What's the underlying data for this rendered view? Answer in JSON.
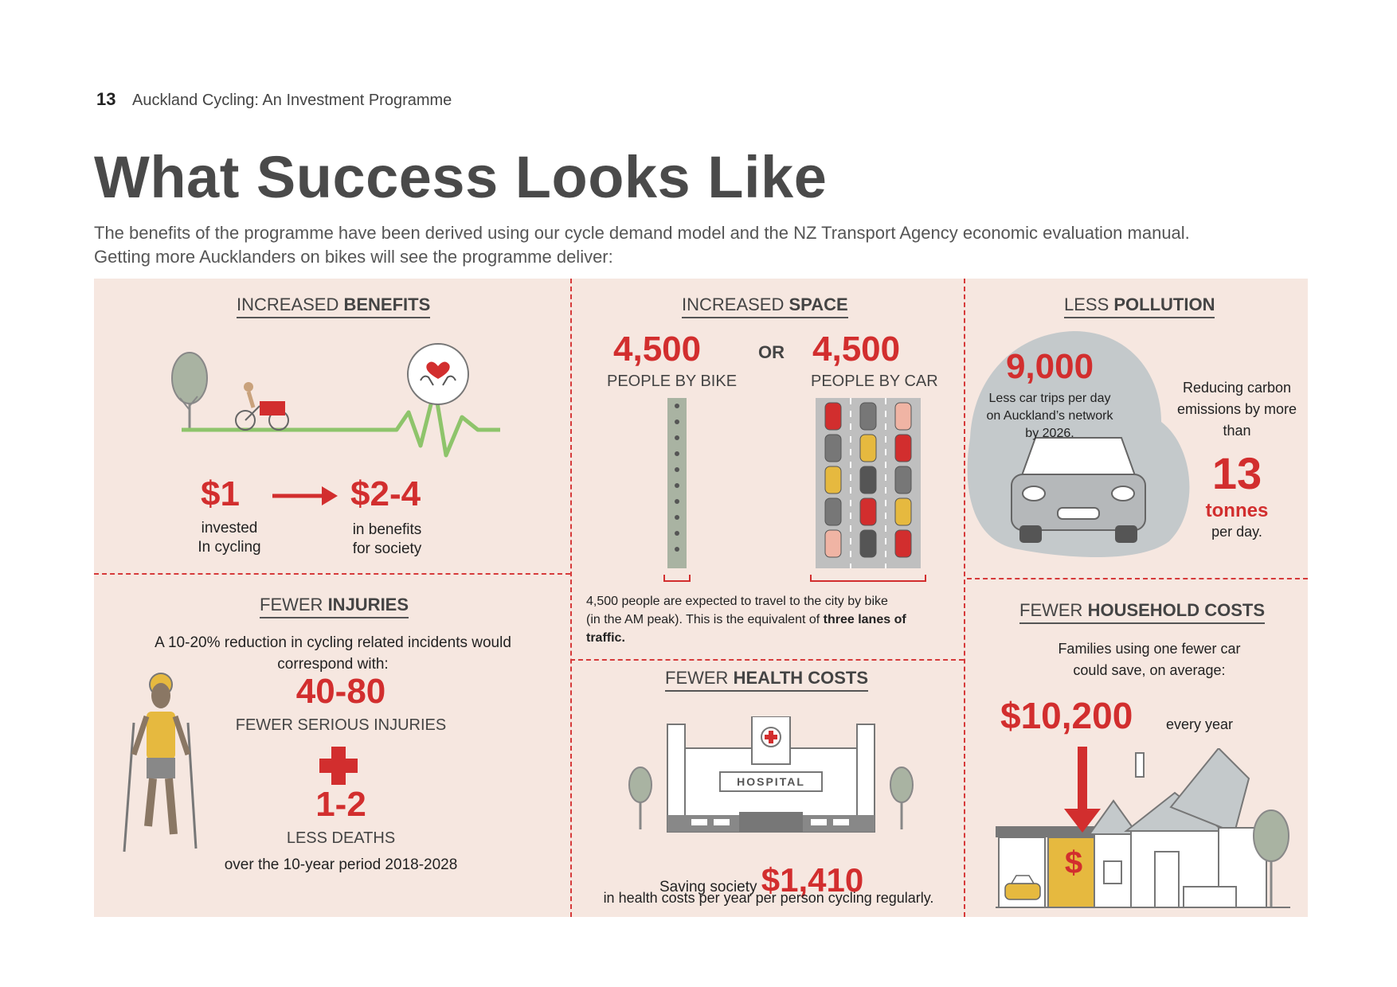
{
  "header": {
    "page_number": "13",
    "doc_title": "Auckland Cycling: An Investment Programme",
    "headline": "What Success Looks Like",
    "intro_line1": "The benefits of the programme have been derived using our cycle demand model and the NZ Transport Agency economic evaluation manual.",
    "intro_line2": "Getting more Aucklanders on bikes will see the programme deliver:"
  },
  "benefits": {
    "title_light": "INCREASED ",
    "title_bold": "BENEFITS",
    "invest_value": "$1",
    "invest_line1": "invested",
    "invest_line2": "In cycling",
    "benefit_value": "$2-4",
    "benefit_line1": "in benefits",
    "benefit_line2": "for society"
  },
  "injuries": {
    "title_light": "FEWER ",
    "title_bold": "INJURIES",
    "intro_line1": "A 10-20% reduction in cycling related incidents would",
    "intro_line2": "correspond with:",
    "serious_value": "40-80",
    "serious_label": "FEWER SERIOUS INJURIES",
    "deaths_value": "1-2",
    "deaths_label": "LESS DEATHS",
    "period": "over the 10-year period 2018-2028"
  },
  "space": {
    "title_light": "INCREASED ",
    "title_bold": "SPACE",
    "bike_value": "4,500",
    "bike_label": "PEOPLE BY BIKE",
    "or_label": "OR",
    "car_value": "4,500",
    "car_label": "PEOPLE BY CAR",
    "note_line1": "4,500 people are expected to travel to the city by bike",
    "note_line2_prefix": "(in the AM peak). This is the equivalent of ",
    "note_bold": "three lanes of",
    "note_line3": "traffic."
  },
  "health": {
    "title_light": "FEWER ",
    "title_bold": "HEALTH COSTS",
    "hospital_sign": "HOSPITAL",
    "saving_prefix": "Saving society ",
    "saving_value": "$1,410",
    "saving_note": "in health costs per year per person cycling regularly."
  },
  "pollution": {
    "title_light": "LESS ",
    "title_bold": "POLLUTION",
    "trips_value": "9,000",
    "trips_line1": "Less car trips per day",
    "trips_line2": "on Auckland’s network",
    "trips_line3": "by 2026.",
    "carbon_line1": "Reducing carbon",
    "carbon_line2": "emissions by more",
    "carbon_line3": "than",
    "carbon_value": "13",
    "carbon_unit": "tonnes",
    "carbon_period": "per day."
  },
  "household": {
    "title_light": "FEWER ",
    "title_bold": "HOUSEHOLD COSTS",
    "intro_line1": "Families using one fewer car",
    "intro_line2": "could save, on average:",
    "saving_value": "$10,200",
    "saving_period": "every year",
    "dollar_sign": "$"
  },
  "colors": {
    "accent_red": "#d22e2e",
    "panel_bg": "#f6e7e0",
    "heading_grey": "#4a4a4a"
  }
}
